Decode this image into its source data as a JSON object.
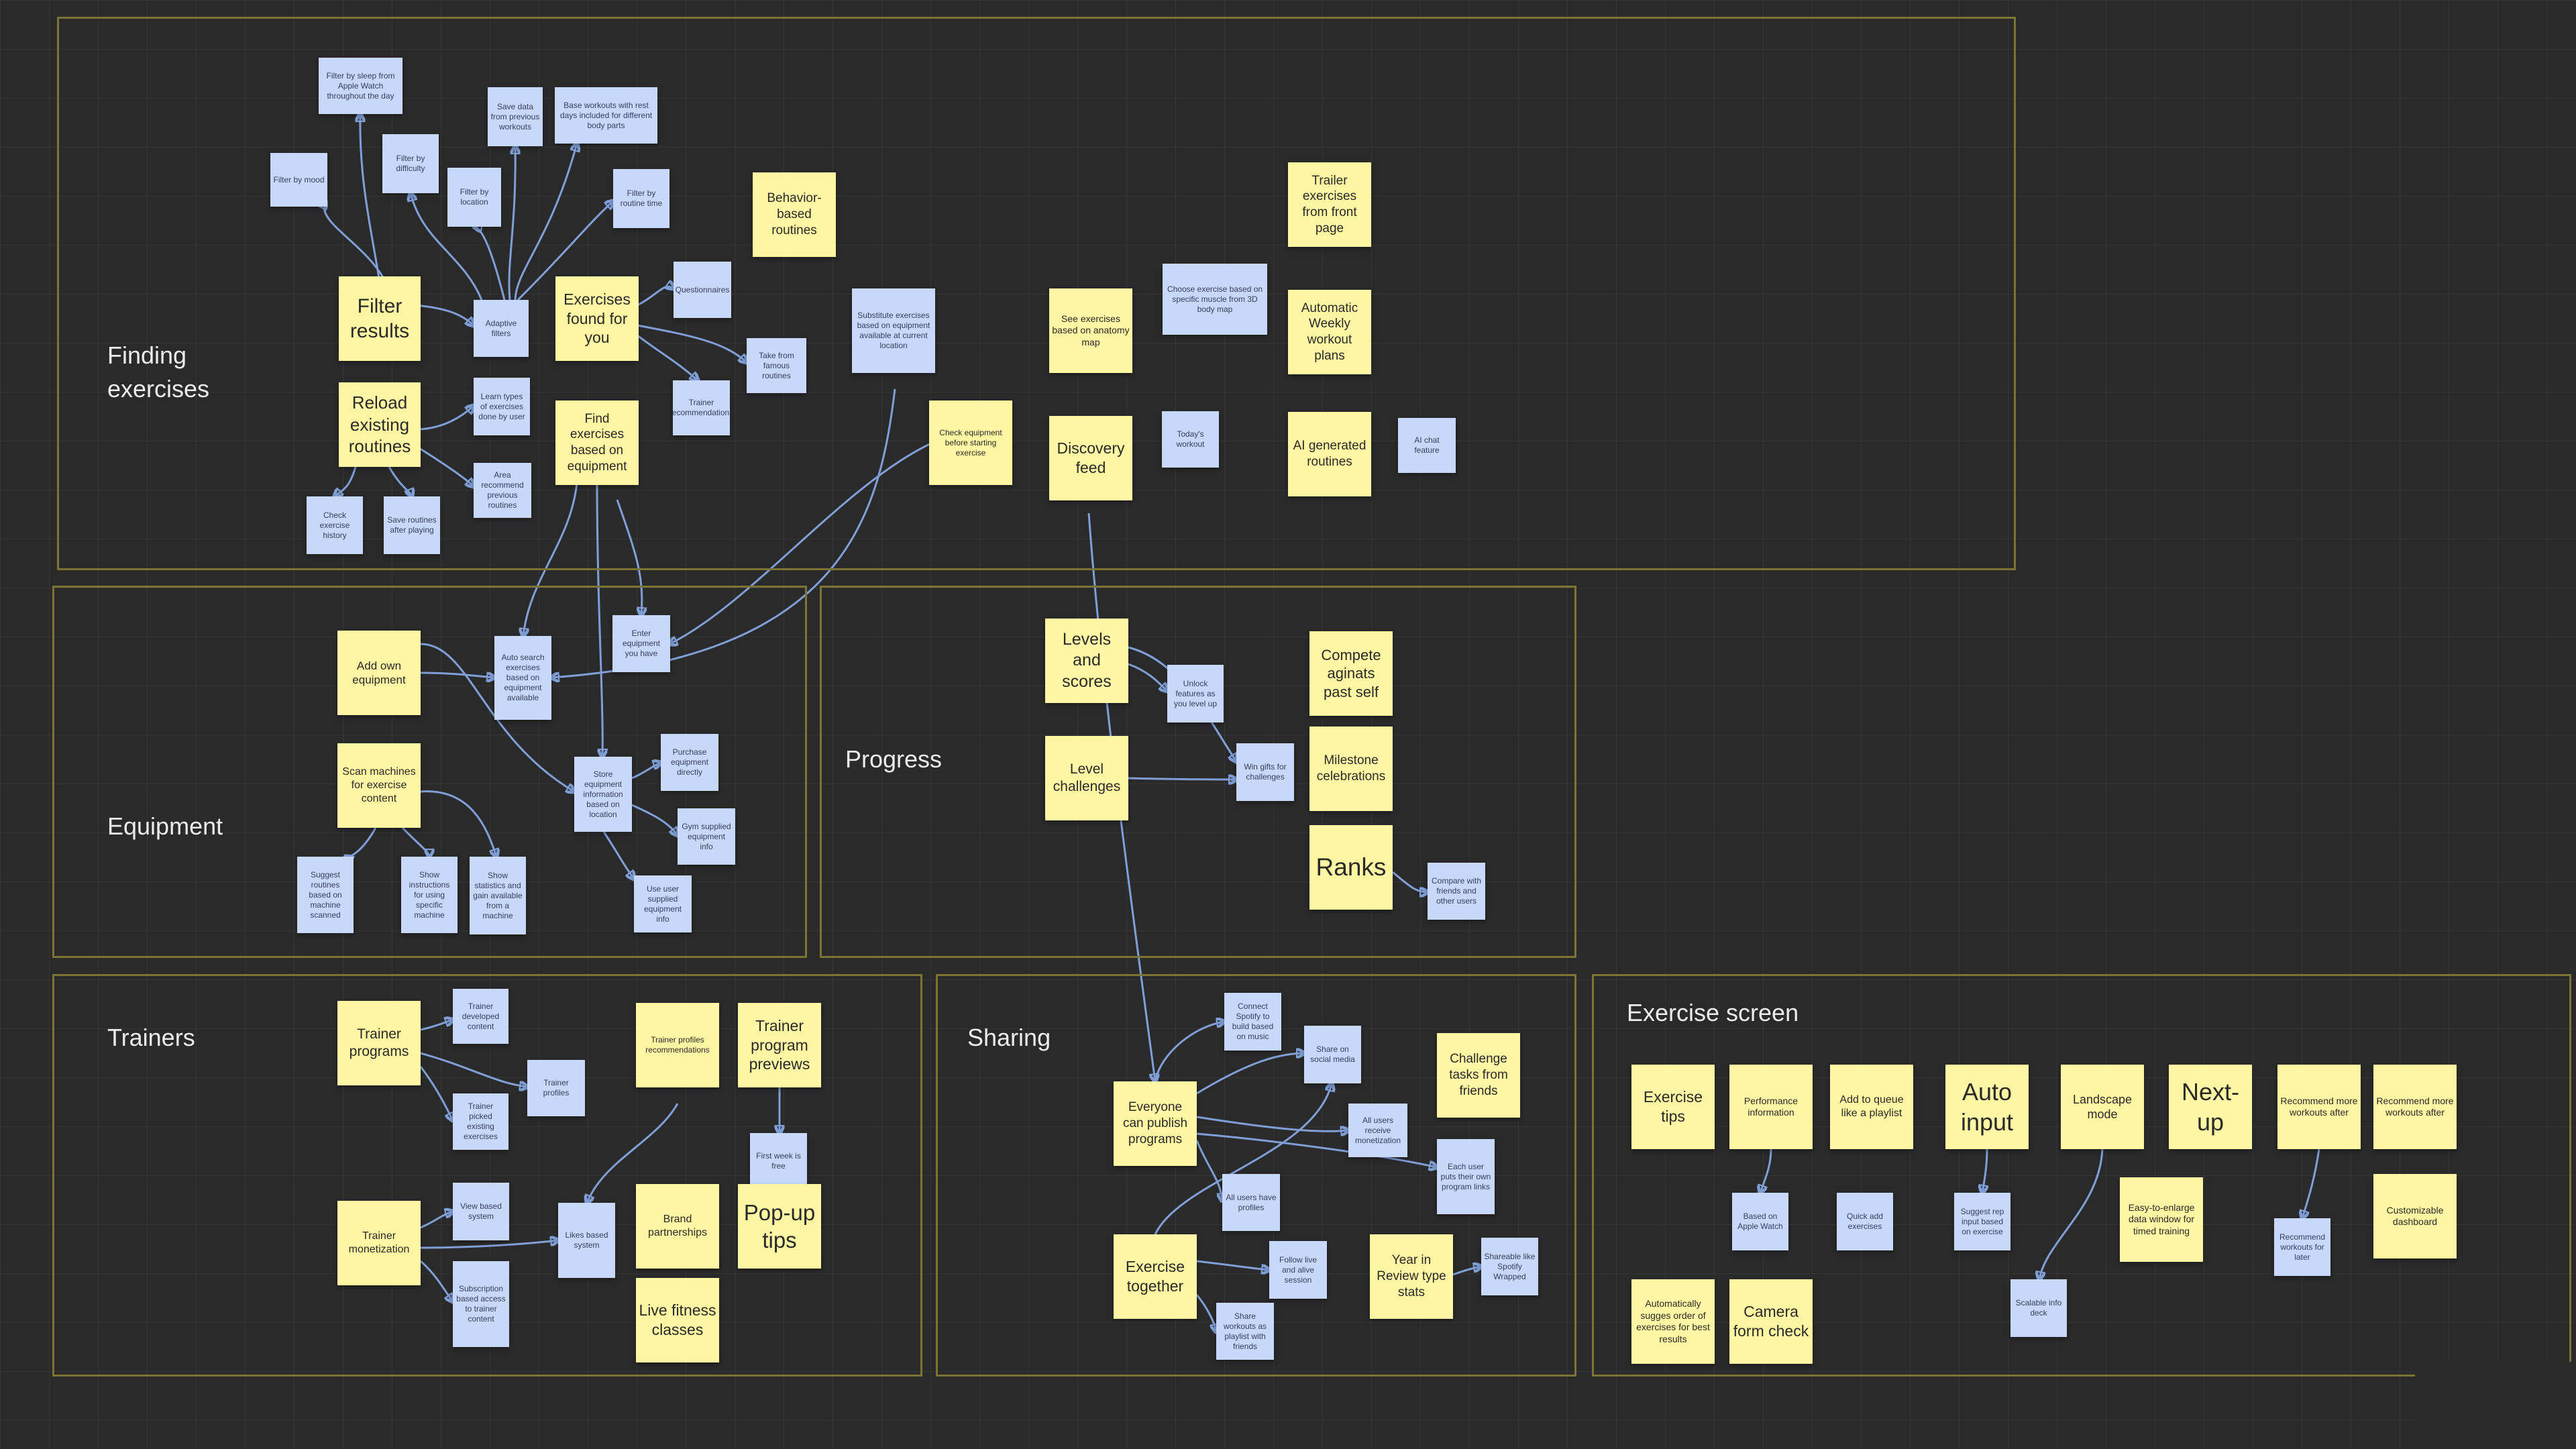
{
  "board": {
    "background": "#2a2a2b",
    "grid": true,
    "sticky_yellow": "#fff6a3",
    "sticky_blue": "#c8d8fb",
    "frame_color": "#7c7434",
    "connector_color": "#7f9fd6"
  },
  "frames": [
    {
      "id": "finding",
      "title": "Finding\nexercises"
    },
    {
      "id": "equipment",
      "title": "Equipment"
    },
    {
      "id": "progress",
      "title": "Progress"
    },
    {
      "id": "trainers",
      "title": "Trainers"
    },
    {
      "id": "sharing",
      "title": "Sharing"
    },
    {
      "id": "exercise",
      "title": "Exercise screen"
    }
  ],
  "notes": [
    {
      "id": "f1",
      "text": "Filter by sleep from Apple Watch throughout the day",
      "color": "blue"
    },
    {
      "id": "f2",
      "text": "Filter by mood",
      "color": "blue"
    },
    {
      "id": "f3",
      "text": "Filter by difficulty",
      "color": "blue"
    },
    {
      "id": "f4",
      "text": "Save data from previous workouts",
      "color": "blue"
    },
    {
      "id": "f5",
      "text": "Base workouts with rest days included for different body parts",
      "color": "blue"
    },
    {
      "id": "f6",
      "text": "Filter by location",
      "color": "blue"
    },
    {
      "id": "f7",
      "text": "Filter by routine time",
      "color": "blue"
    },
    {
      "id": "f8",
      "text": "Behavior-based routines",
      "color": "yellow"
    },
    {
      "id": "f9",
      "text": "Filter results",
      "color": "yellow"
    },
    {
      "id": "f10",
      "text": "Adaptive filters",
      "color": "blue"
    },
    {
      "id": "f11",
      "text": "Exercises found for you",
      "color": "yellow"
    },
    {
      "id": "f12",
      "text": "Questionnaires",
      "color": "blue"
    },
    {
      "id": "f13",
      "text": "Take from famous routines",
      "color": "blue"
    },
    {
      "id": "f14",
      "text": "Trainer recommendations",
      "color": "blue"
    },
    {
      "id": "f15",
      "text": "Reload existing routines",
      "color": "yellow"
    },
    {
      "id": "f16",
      "text": "Learn types of exercises done by user",
      "color": "blue"
    },
    {
      "id": "f17",
      "text": "Find exercises based on equipment",
      "color": "yellow"
    },
    {
      "id": "f18",
      "text": "Area recommend previous routines",
      "color": "blue"
    },
    {
      "id": "f19",
      "text": "Check exercise history",
      "color": "blue"
    },
    {
      "id": "f20",
      "text": "Save routines after playing",
      "color": "blue"
    },
    {
      "id": "f21",
      "text": "Substitute exercises based on equipment available at current location",
      "color": "blue"
    },
    {
      "id": "f22",
      "text": "Check equipment before starting exercise",
      "color": "yellow"
    },
    {
      "id": "f23",
      "text": "See exercises based on anatomy map",
      "color": "yellow"
    },
    {
      "id": "f24",
      "text": "Choose exercise based on specific muscle from 3D body map",
      "color": "blue"
    },
    {
      "id": "f25",
      "text": "Discovery feed",
      "color": "yellow"
    },
    {
      "id": "f26",
      "text": "Today's workout",
      "color": "blue"
    },
    {
      "id": "f27",
      "text": "Trailer exercises from front page",
      "color": "yellow"
    },
    {
      "id": "f28",
      "text": "Automatic Weekly workout plans",
      "color": "yellow"
    },
    {
      "id": "f29",
      "text": "AI generated routines",
      "color": "yellow"
    },
    {
      "id": "f30",
      "text": "AI chat feature",
      "color": "blue"
    },
    {
      "id": "e1",
      "text": "Add own equipment",
      "color": "yellow"
    },
    {
      "id": "e2",
      "text": "Auto search exercises based on equipment available",
      "color": "blue"
    },
    {
      "id": "e3",
      "text": "Enter equipment you have",
      "color": "blue"
    },
    {
      "id": "e4",
      "text": "Scan machines for exercise content",
      "color": "yellow"
    },
    {
      "id": "e5",
      "text": "Store equipment information based on location",
      "color": "blue"
    },
    {
      "id": "e6",
      "text": "Purchase equipment directly",
      "color": "blue"
    },
    {
      "id": "e7",
      "text": "Gym supplied equipment info",
      "color": "blue"
    },
    {
      "id": "e8",
      "text": "Suggest routines based on machine scanned",
      "color": "blue"
    },
    {
      "id": "e9",
      "text": "Show instructions for using specific machine",
      "color": "blue"
    },
    {
      "id": "e10",
      "text": "Show statistics and gain available from a machine",
      "color": "blue"
    },
    {
      "id": "e11",
      "text": "Use user supplied equipment info",
      "color": "blue"
    },
    {
      "id": "p1",
      "text": "Levels and scores",
      "color": "yellow"
    },
    {
      "id": "p2",
      "text": "Unlock features as you level up",
      "color": "blue"
    },
    {
      "id": "p3",
      "text": "Compete aginats past self",
      "color": "yellow"
    },
    {
      "id": "p4",
      "text": "Level challenges",
      "color": "yellow"
    },
    {
      "id": "p5",
      "text": "Win gifts for challenges",
      "color": "blue"
    },
    {
      "id": "p6",
      "text": "Milestone celebrations",
      "color": "yellow"
    },
    {
      "id": "p7",
      "text": "Ranks",
      "color": "yellow"
    },
    {
      "id": "p8",
      "text": "Compare with friends and other users",
      "color": "blue"
    },
    {
      "id": "t1",
      "text": "Trainer programs",
      "color": "yellow"
    },
    {
      "id": "t2",
      "text": "Trainer developed content",
      "color": "blue"
    },
    {
      "id": "t3",
      "text": "Trainer profiles",
      "color": "blue"
    },
    {
      "id": "t4",
      "text": "Trainer picked existing exercises",
      "color": "blue"
    },
    {
      "id": "t5",
      "text": "Trainer profiles recommendations",
      "color": "yellow"
    },
    {
      "id": "t6",
      "text": "Trainer program previews",
      "color": "yellow"
    },
    {
      "id": "t7",
      "text": "First week is free",
      "color": "blue"
    },
    {
      "id": "t8",
      "text": "Trainer monetization",
      "color": "yellow"
    },
    {
      "id": "t9",
      "text": "View based system",
      "color": "blue"
    },
    {
      "id": "t10",
      "text": "Likes based system",
      "color": "blue"
    },
    {
      "id": "t11",
      "text": "Brand partnerships",
      "color": "yellow"
    },
    {
      "id": "t12",
      "text": "Pop-up tips",
      "color": "yellow"
    },
    {
      "id": "t13",
      "text": "Subscription based access to trainer content",
      "color": "blue"
    },
    {
      "id": "t14",
      "text": "Live fitness classes",
      "color": "yellow"
    },
    {
      "id": "s1",
      "text": "Connect Spotify to build based on music",
      "color": "blue"
    },
    {
      "id": "s2",
      "text": "Share on social media",
      "color": "blue"
    },
    {
      "id": "s3",
      "text": "Challenge tasks from friends",
      "color": "yellow"
    },
    {
      "id": "s4",
      "text": "Everyone can publish programs",
      "color": "yellow"
    },
    {
      "id": "s5",
      "text": "All users receive monetization",
      "color": "blue"
    },
    {
      "id": "s6",
      "text": "Each user puts their own program links",
      "color": "blue"
    },
    {
      "id": "s7",
      "text": "All users have profiles",
      "color": "blue"
    },
    {
      "id": "s8",
      "text": "Exercise together",
      "color": "yellow"
    },
    {
      "id": "s9",
      "text": "Follow live and alive session",
      "color": "blue"
    },
    {
      "id": "s10",
      "text": "Year in Review type stats",
      "color": "yellow"
    },
    {
      "id": "s11",
      "text": "Shareable like Spotify Wrapped",
      "color": "blue"
    },
    {
      "id": "s12",
      "text": "Share workouts as playlist with friends",
      "color": "blue"
    },
    {
      "id": "x1",
      "text": "Exercise tips",
      "color": "yellow"
    },
    {
      "id": "x2",
      "text": "Performance information",
      "color": "yellow"
    },
    {
      "id": "x3",
      "text": "Add to queue like a playlist",
      "color": "yellow"
    },
    {
      "id": "x4",
      "text": "Auto input",
      "color": "yellow"
    },
    {
      "id": "x5",
      "text": "Landscape mode",
      "color": "yellow"
    },
    {
      "id": "x6",
      "text": "Next-up",
      "color": "yellow"
    },
    {
      "id": "x7",
      "text": "Recommend more workouts after",
      "color": "yellow"
    },
    {
      "id": "x8",
      "text": "Recommend more workouts after",
      "color": "yellow"
    },
    {
      "id": "x9",
      "text": "Based on Apple Watch",
      "color": "blue"
    },
    {
      "id": "x10",
      "text": "Quick add exercises",
      "color": "blue"
    },
    {
      "id": "x11",
      "text": "Suggest rep input based on exercise",
      "color": "blue"
    },
    {
      "id": "x12",
      "text": "Easy-to-enlarge data window for timed training",
      "color": "yellow"
    },
    {
      "id": "x13",
      "text": "Recommend workouts for later",
      "color": "blue"
    },
    {
      "id": "x14",
      "text": "Customizable dashboard",
      "color": "yellow"
    },
    {
      "id": "x15",
      "text": "Automatically sugges order of exercises for best results",
      "color": "yellow"
    },
    {
      "id": "x16",
      "text": "Camera form check",
      "color": "yellow"
    },
    {
      "id": "x17",
      "text": "Scalable info deck",
      "color": "blue"
    }
  ]
}
